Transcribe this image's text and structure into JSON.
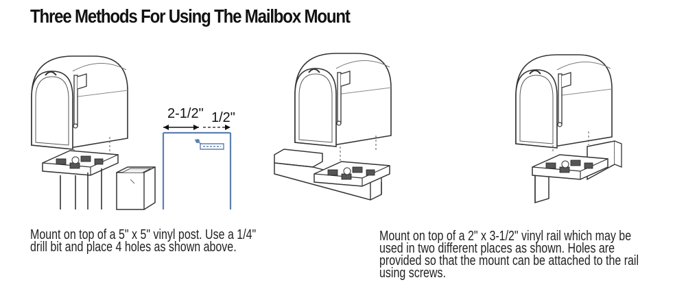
{
  "title": "Three Methods For Using The Mailbox Mount",
  "dimensions": {
    "width_label": "2-1/2\"",
    "offset_label": "1/2\""
  },
  "captions": {
    "left": [
      "Mount on top of a 5\" x 5\" vinyl post. Use a 1/4\"",
      "drill bit and place 4 holes as shown above."
    ],
    "right": [
      "Mount on top of a 2\" x 3-1/2\" vinyl rail which may be",
      "used in two different places as shown. Holes are",
      "provided so that the mount can be attached to the rail",
      "using screws."
    ]
  },
  "colors": {
    "ink": "#333333",
    "guide_blue": "#5b7fb0",
    "background": "#ffffff"
  },
  "icons": [
    "mailbox-icon",
    "mailbox-mount-icon",
    "vinyl-post-icon",
    "vinyl-rail-icon",
    "drill-hole-icon"
  ]
}
